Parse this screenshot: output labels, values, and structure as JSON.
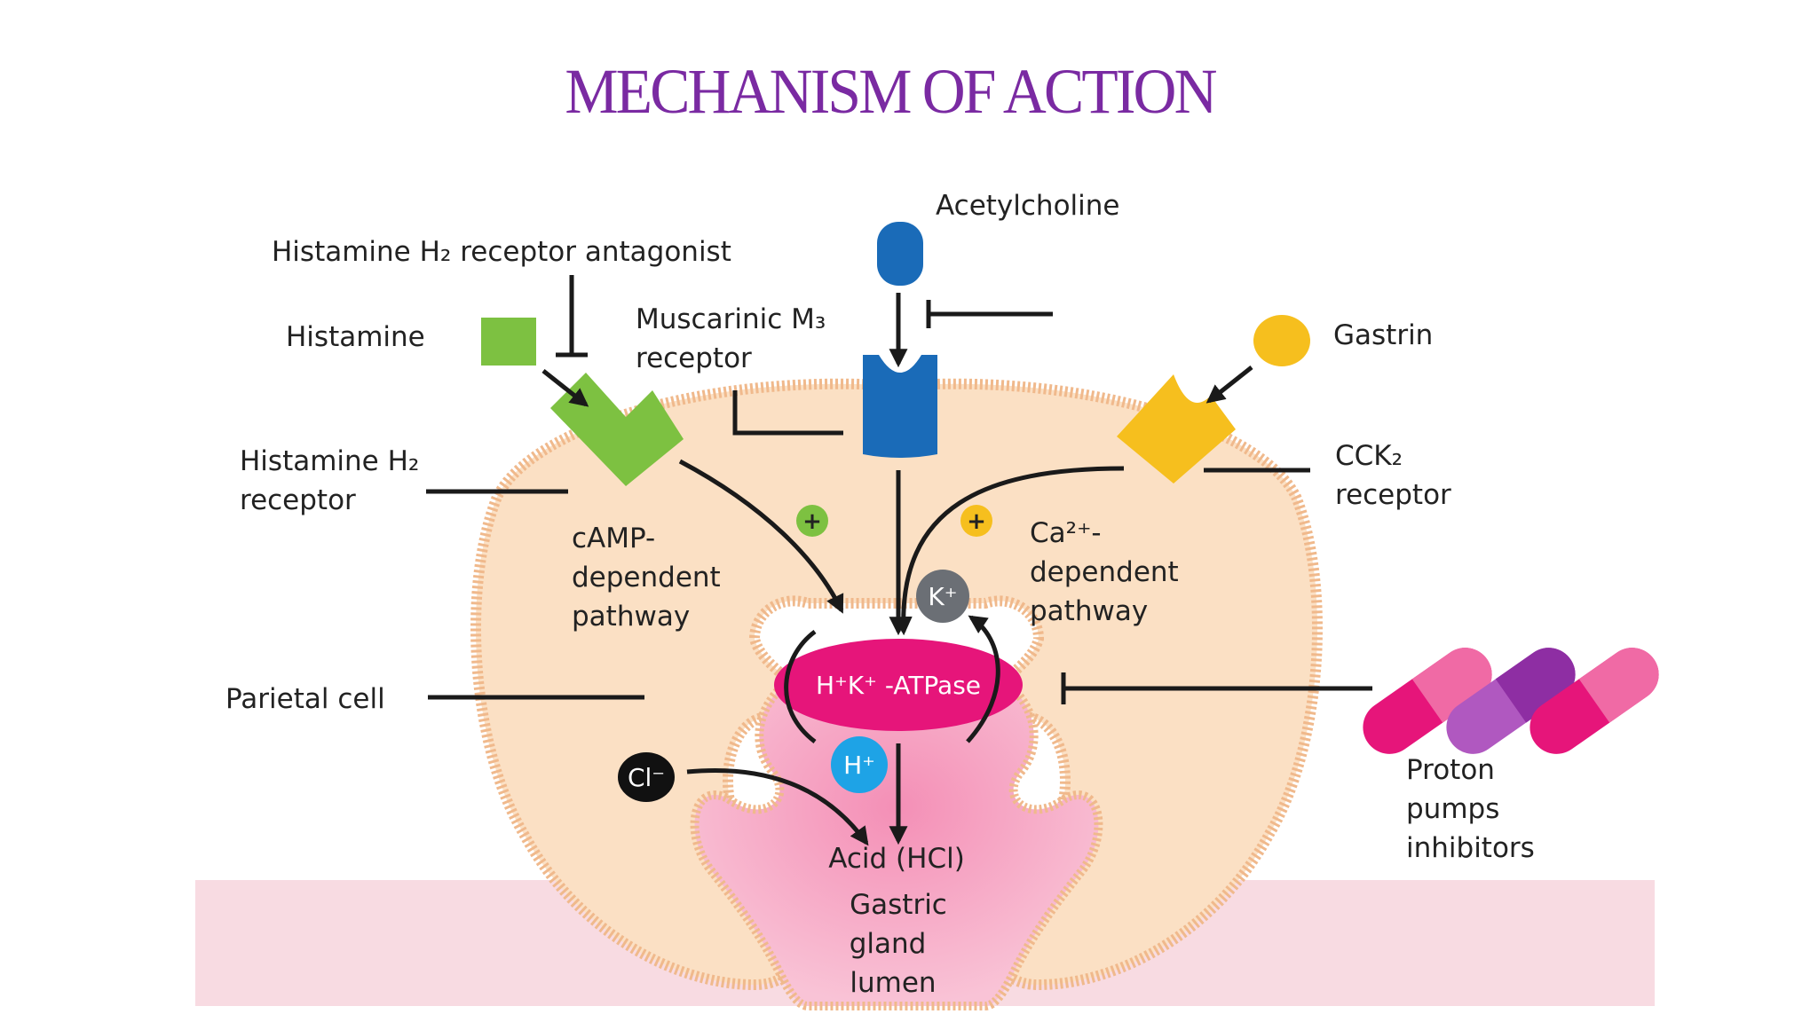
{
  "title": "MECHANISM OF ACTION",
  "labels": {
    "acetylcholine": "Acetylcholine",
    "h2_antagonist": "Histamine H₂ receptor antagonist",
    "histamine": "Histamine",
    "muscarinic_line1": "Muscarinic M₃",
    "muscarinic_line2": "receptor",
    "gastrin": "Gastrin",
    "h2_receptor_line1": "Histamine H₂",
    "h2_receptor_line2": "receptor",
    "cck2_line1": "CCK₂",
    "cck2_line2": "receptor",
    "camp_line1": "cAMP-",
    "camp_line2": "dependent",
    "camp_line3": "pathway",
    "ca_line1": "Ca²⁺-",
    "ca_line2": "dependent",
    "ca_line3": "pathway",
    "parietal_cell": "Parietal cell",
    "atpase": "H⁺K⁺ -ATPase",
    "ion_k": "K⁺",
    "ion_h": "H⁺",
    "ion_cl": "Cl⁻",
    "acid": "Acid (HCl)",
    "lumen_line1": "Gastric",
    "lumen_line2": "gland",
    "lumen_line3": "lumen",
    "ppi_line1": "Proton",
    "ppi_line2": "pumps",
    "ppi_line3": "inhibitors",
    "plus_sign": "+"
  },
  "colors": {
    "title": "#7a2aa2",
    "cell_fill": "#fbe0c4",
    "cell_membrane": "#f0b98c",
    "lumen": "#f7b8cf",
    "tissue": "#f8dbe2",
    "histamine_receptor": "#7dc141",
    "muscarinic_receptor": "#1a6bb8",
    "cck2_receptor": "#f6bf1e",
    "atpase": "#e6157a",
    "k_ion": "#6b6f75",
    "h_ion": "#1ea3e6",
    "cl_ion": "#111111",
    "capsule_pink": "#e6157a",
    "capsule_purple": "#8e2ea3"
  }
}
